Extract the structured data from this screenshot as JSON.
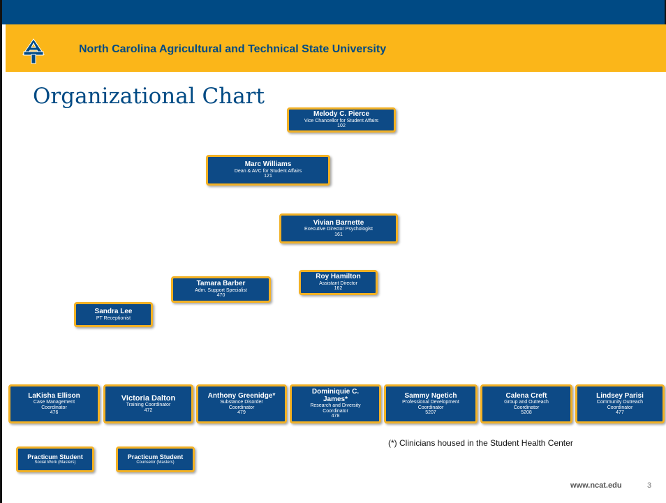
{
  "header": {
    "university": "North Carolina Agricultural and Technical State University",
    "title": "Organizational Chart",
    "logo_icon": "ncat-aggies-logo-icon"
  },
  "colors": {
    "navy": "#004a84",
    "gold": "#fbb619",
    "box_fill": "#0d4a86",
    "box_border": "#f2b125"
  },
  "org": {
    "pierce": {
      "name": "Melody C. Pierce",
      "line1": "Vice Chancellor for Student Affairs",
      "ext": "102"
    },
    "williams": {
      "name": "Marc Williams",
      "line1": "Dean & AVC for Student Affairs",
      "ext": "121"
    },
    "barnette": {
      "name": "Vivian Barnette",
      "line1": "Executive Director Psychologist",
      "ext": "161"
    },
    "hamilton": {
      "name": "Roy Hamilton",
      "line1": "Assistant Director",
      "ext": "162"
    },
    "barber": {
      "name": "Tamara Barber",
      "line1": "Adm. Support Specialist",
      "ext": "470"
    },
    "lee": {
      "name": "Sandra Lee",
      "line1": "PT Receptionist"
    },
    "ellison": {
      "name": "LaKisha Ellison",
      "line1": "Case Management",
      "line2": "Coordinator",
      "ext": "476"
    },
    "dalton": {
      "name": "Victoria Dalton",
      "line1": "Training Coordinator",
      "ext": "472"
    },
    "greenidge": {
      "name": "Anthony Greenidge*",
      "line1": "Substance Disorder",
      "line2": "Coordinator",
      "ext": "479"
    },
    "james": {
      "name": "Dominiquie C. James*",
      "line1": "Research and Diversity",
      "line2": "Coordinator",
      "ext": "478"
    },
    "ngetich": {
      "name": "Sammy Ngetich",
      "line1": "Professional Development",
      "line2": "Coordinator",
      "ext": "5207"
    },
    "creft": {
      "name": "Calena Creft",
      "line1": "Group and Outreach",
      "line2": "Coordinator",
      "ext": "5208"
    },
    "parisi": {
      "name": "Lindsey Parisi",
      "line1": "Community Outreach",
      "line2": "Coordinator",
      "ext": "477"
    },
    "practicum_sw": {
      "name": "Practicum Student",
      "line1": "Social Work (Masters)"
    },
    "practicum_c": {
      "name": "Practicum Student",
      "line1": "Counselor (Masters)"
    }
  },
  "note": "(*) Clinicians housed in the Student Health Center",
  "footer": {
    "url": "www.ncat.edu",
    "page": "3"
  }
}
